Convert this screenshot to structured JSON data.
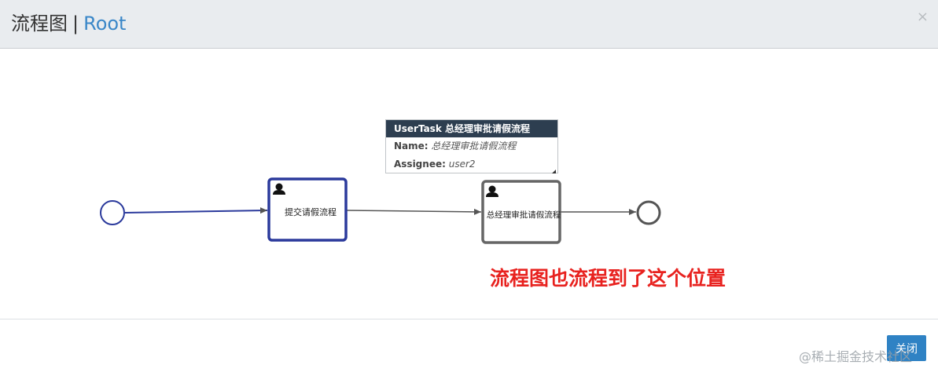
{
  "header": {
    "title": "流程图",
    "separator": "|",
    "subtitle": "Root",
    "close_icon": "×"
  },
  "diagram": {
    "start_event": {
      "type": "start-event",
      "color": "#2b3a9c"
    },
    "task1": {
      "label": "提交请假流程",
      "type": "user-task",
      "status": "completed",
      "color": "#2b3a9c"
    },
    "task2": {
      "label": "总经理审批请假流程",
      "type": "user-task",
      "status": "current",
      "color": "#666666"
    },
    "end_event": {
      "type": "end-event",
      "color": "#555555"
    }
  },
  "tooltip": {
    "header": "UserTask 总经理审批请假流程",
    "name_key": "Name:",
    "name_value": "总经理审批请假流程",
    "assignee_key": "Assignee:",
    "assignee_value": "user2"
  },
  "annotation": "流程图也流程到了这个位置",
  "footer": {
    "close_label": "关闭"
  },
  "watermark": "@稀土掘金技术社区"
}
